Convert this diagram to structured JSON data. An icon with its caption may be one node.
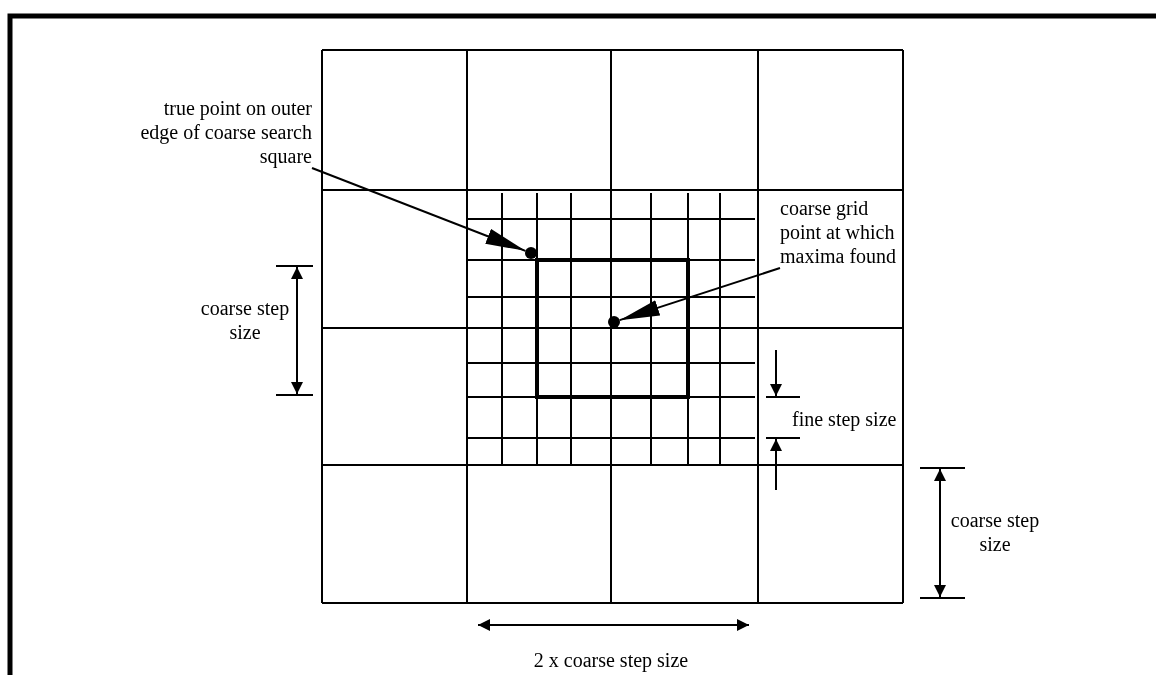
{
  "diagram": {
    "nodes": [
      {
        "text": [
          "true point on outer edge of coarse search square"
        ]
      },
      {
        "text": [],
        "shape": "circle"
      },
      {
        "text": [
          "coarse grid point at which maxima found"
        ]
      },
      {
        "text": [],
        "shape": "circle"
      }
    ],
    "edges": [
      {
        "from": 0,
        "to": 1,
        "arrow": "to"
      },
      {
        "from": 2,
        "to": 3,
        "arrow": "to"
      }
    ],
    "labels": [
      "coarse step size",
      "fine step size",
      "coarse step size",
      "2 x coarse step size"
    ]
  }
}
